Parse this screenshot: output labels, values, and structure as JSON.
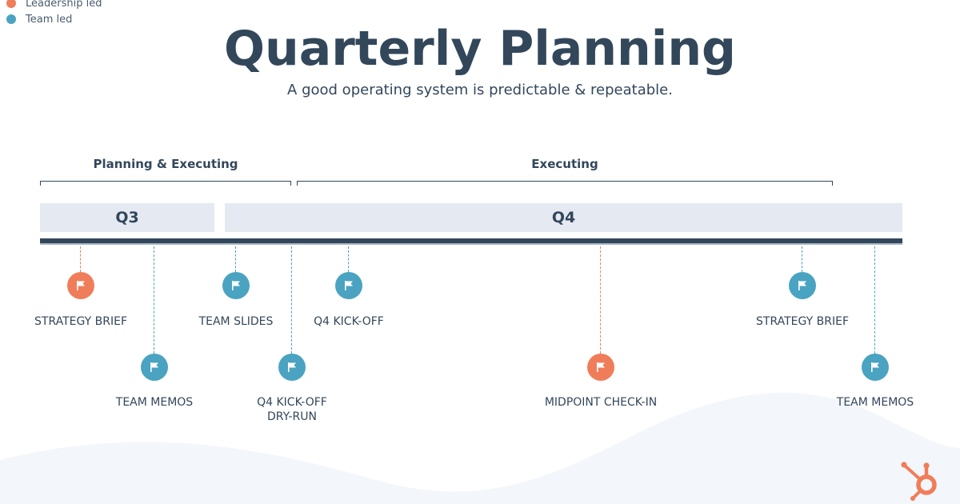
{
  "legend": [
    {
      "label": "Leadership led",
      "color": "#f07d5a"
    },
    {
      "label": "Team led",
      "color": "#4aa3c1"
    }
  ],
  "title": "Quarterly Planning",
  "subtitle": "A good operating system is predictable & repeatable.",
  "phases": {
    "planning": "Planning & Executing",
    "executing": "Executing"
  },
  "quarters": {
    "q3": "Q3",
    "q4": "Q4"
  },
  "milestones": {
    "strategy_brief_q3": {
      "label": "STRATEGY BRIEF",
      "owner": "Leadership led"
    },
    "team_memos_q3": {
      "label": "TEAM MEMOS",
      "owner": "Team led"
    },
    "team_slides": {
      "label": "TEAM SLIDES",
      "owner": "Team led"
    },
    "q4_kickoff_dryrun": {
      "label": "Q4 KICK-OFF\nDRY-RUN",
      "owner": "Team led"
    },
    "q4_kickoff": {
      "label": "Q4 KICK-OFF",
      "owner": "Team led"
    },
    "midpoint_checkin": {
      "label": "MIDPOINT CHECK-IN",
      "owner": "Leadership led"
    },
    "strategy_brief_q4": {
      "label": "STRATEGY BRIEF",
      "owner": "Team led"
    },
    "team_memos_q4": {
      "label": "TEAM MEMOS",
      "owner": "Team led"
    }
  },
  "icons": {
    "milestone": "flag-icon",
    "brand": "hubspot-logo-icon"
  },
  "colors": {
    "leader": "#f07d5a",
    "team": "#4aa3c1",
    "navy": "#33475b",
    "quarter_fill": "#e5eaf2",
    "brand": "#f07d5a"
  }
}
